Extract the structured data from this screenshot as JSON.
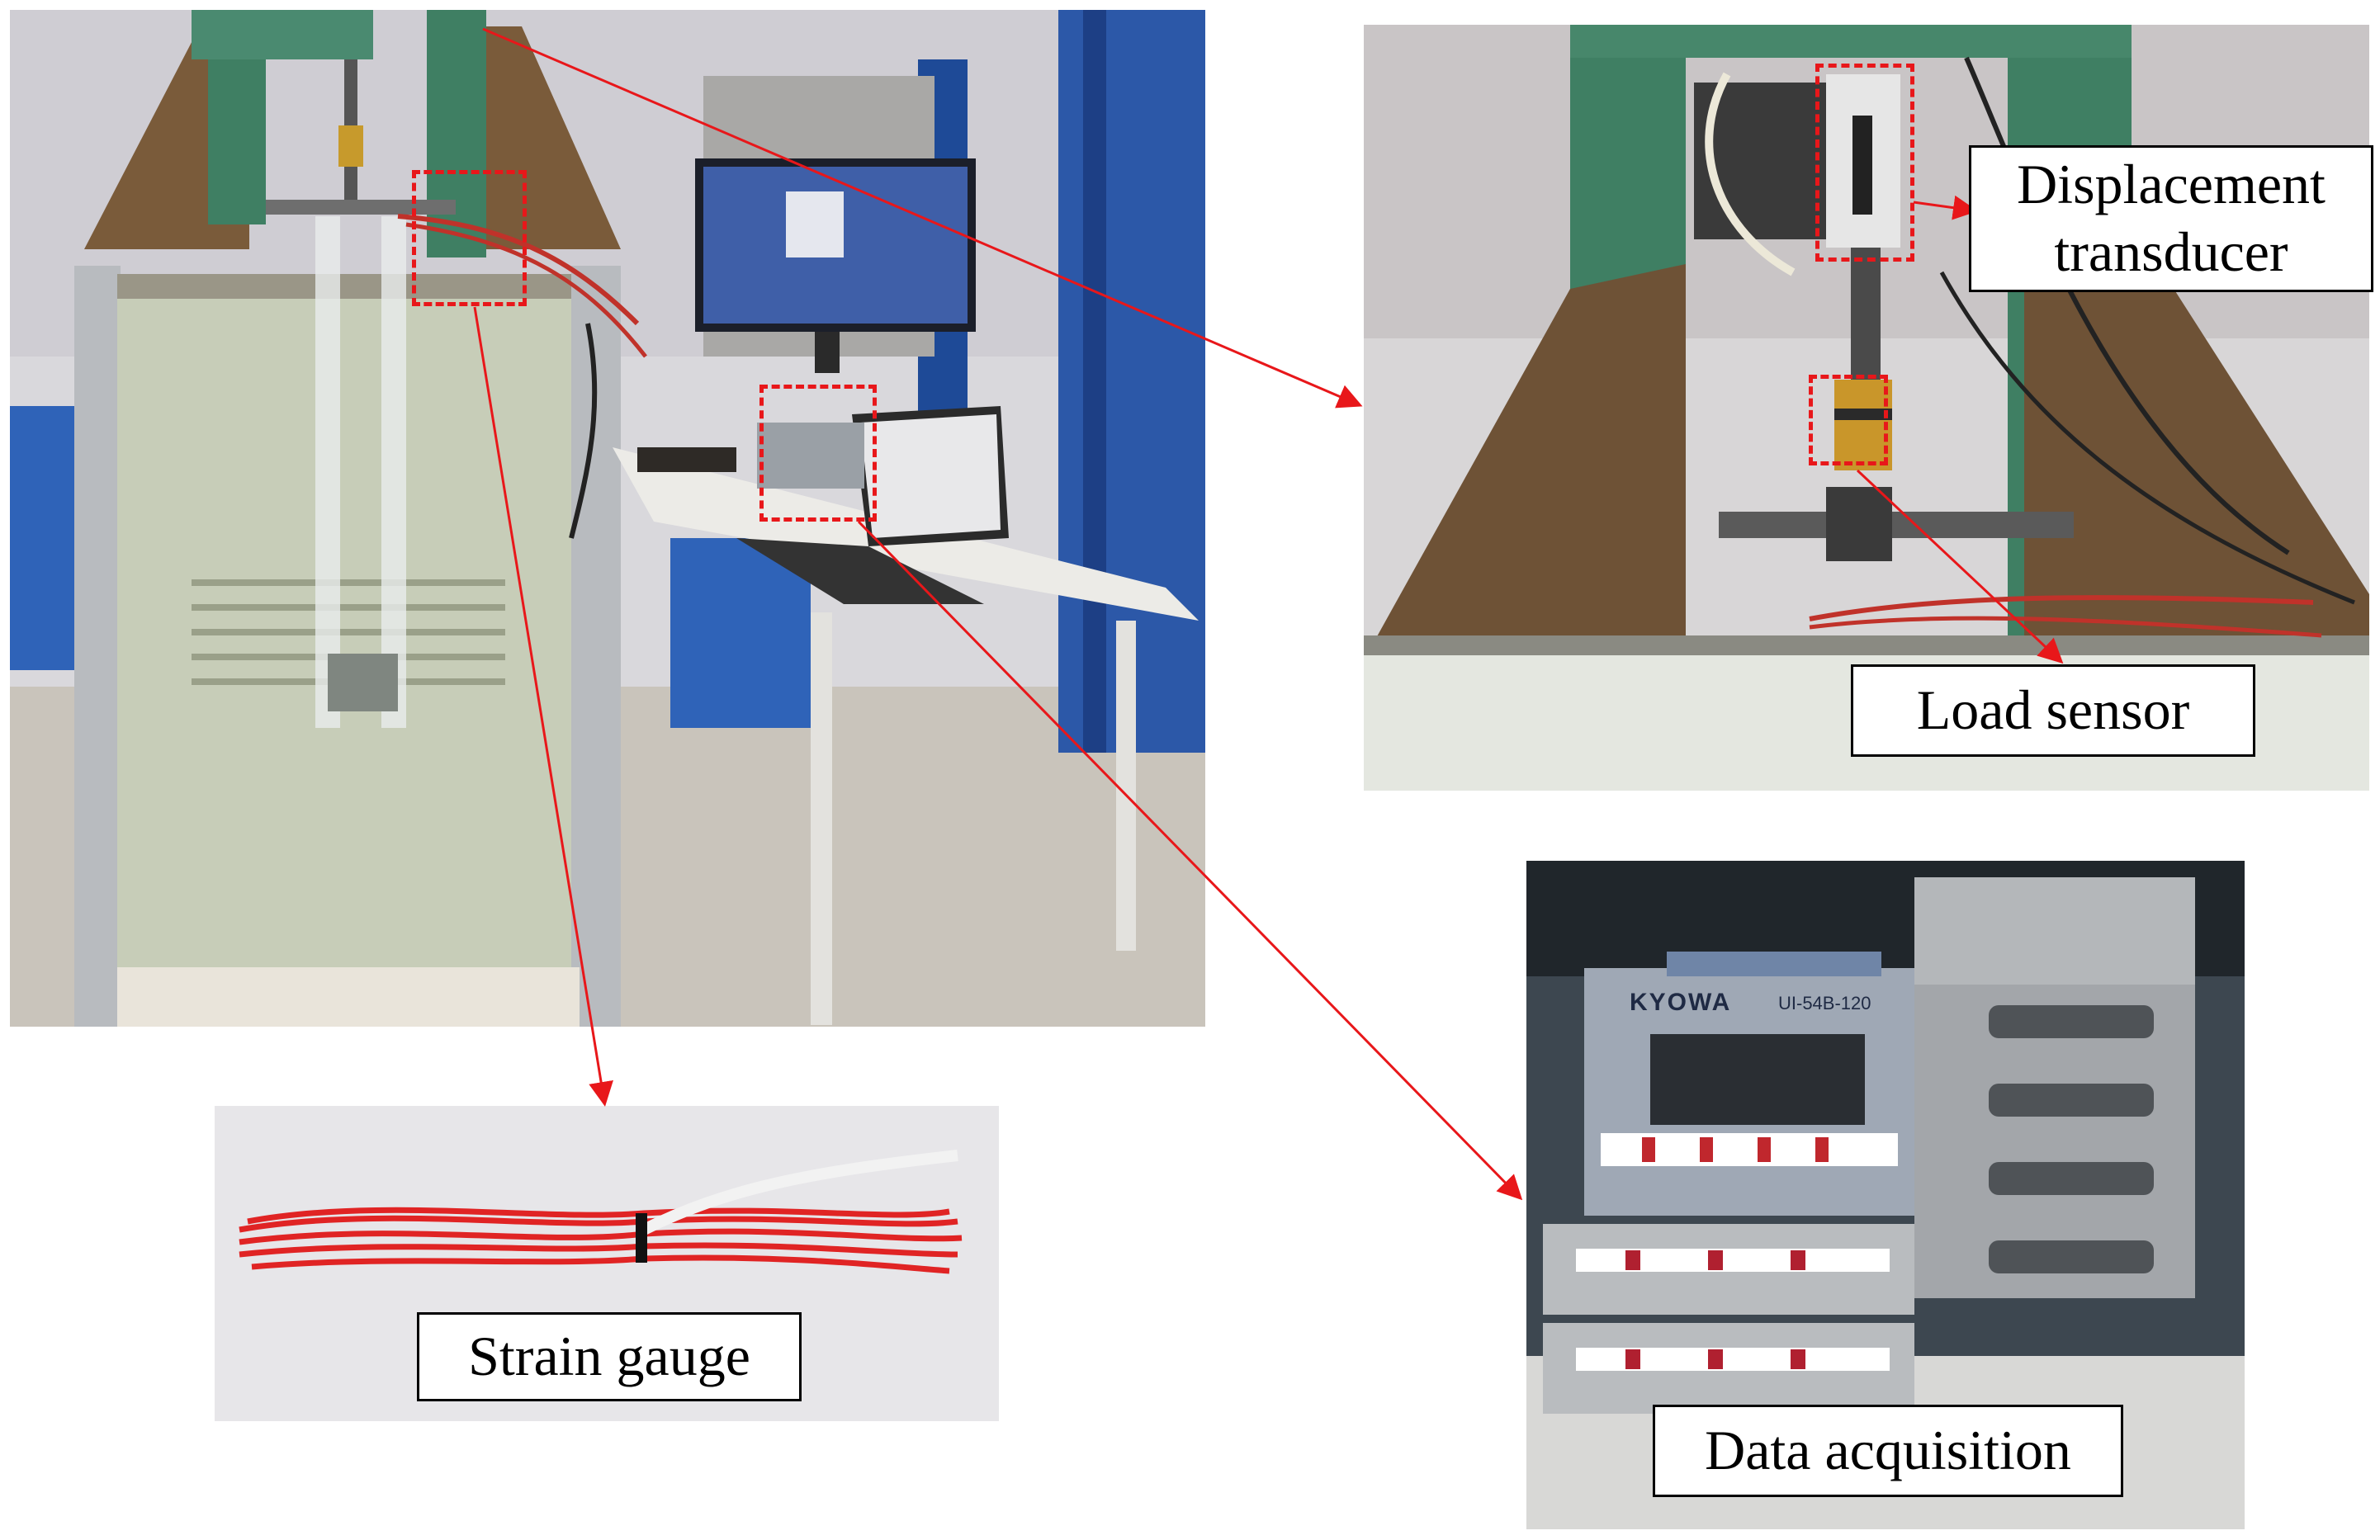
{
  "labels": {
    "displacement_line1": "Displacement",
    "displacement_line2": "transducer",
    "load_sensor": "Load sensor",
    "strain_gauge": "Strain gauge",
    "data_acquisition": "Data acquisition"
  },
  "device_text": {
    "brand": "KYOWA",
    "model": "UI-54B-120"
  },
  "colors": {
    "callout": "#e8171a",
    "frame_green": "#3f7f63",
    "wire_red": "#e02424"
  }
}
